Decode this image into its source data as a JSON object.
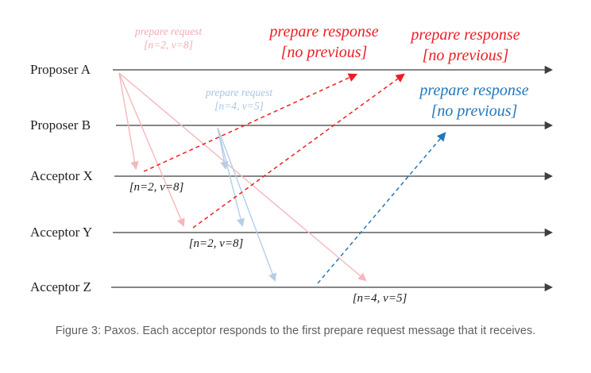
{
  "figure": {
    "lanes": [
      {
        "label": "Proposer A"
      },
      {
        "label": "Proposer B"
      },
      {
        "label": "Acceptor X"
      },
      {
        "label": "Acceptor Y"
      },
      {
        "label": "Acceptor Z"
      }
    ],
    "messages": {
      "request_a": {
        "title": "prepare request",
        "detail": "[n=2, v=8]"
      },
      "request_b": {
        "title": "prepare request",
        "detail": "[n=4, v=5]"
      },
      "response_x_to_a": {
        "title": "prepare response",
        "detail": "[no previous]"
      },
      "response_y_to_a": {
        "title": "prepare response",
        "detail": "[no previous]"
      },
      "response_z_to_b": {
        "title": "prepare response",
        "detail": "[no previous]"
      },
      "accepted_x": "[n=2, v=8]",
      "accepted_y": "[n=2, v=8]",
      "accepted_z": "[n=4, v=5]"
    },
    "colors": {
      "request_a": "#f0acb3",
      "request_b": "#a6c5e2",
      "response_a": "#ed1c24",
      "response_b": "#2077be",
      "timeline": "#3f3f3f"
    }
  },
  "caption": "Figure 3: Paxos. Each acceptor responds to the first prepare request message that it receives."
}
